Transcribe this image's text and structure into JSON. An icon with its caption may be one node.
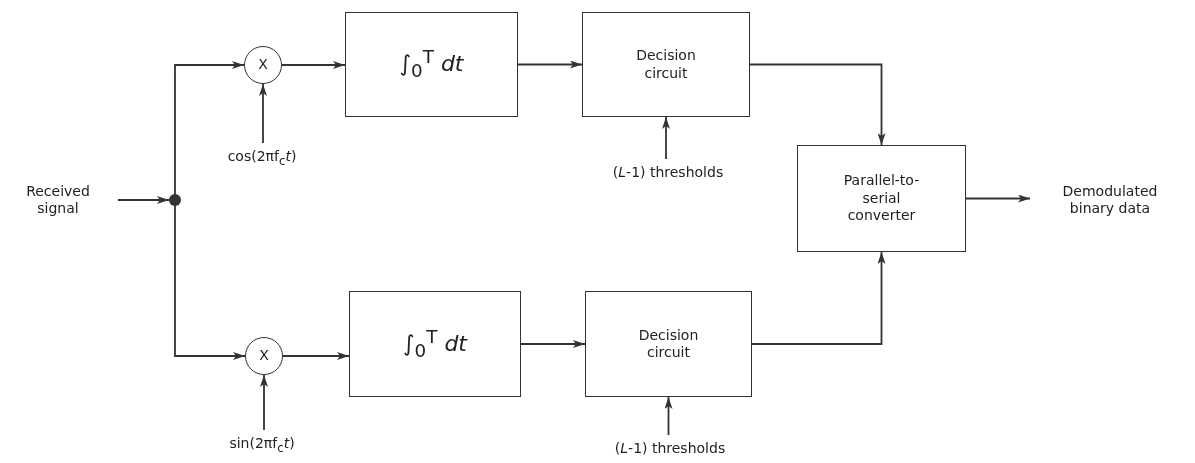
{
  "diagram": {
    "nodes": [
      {
        "text": [
          "Received signal"
        ]
      },
      {
        "text": [],
        "shape": "circle"
      },
      {
        "text": [
          "X"
        ]
      },
      {
        "text": [
          "cos(2πf$_{c}$*t*)"
        ]
      },
      {
        "text": [
          "∫$_{0}$$^{T}$ *dt*"
        ]
      },
      {
        "text": [
          "Decision circuit"
        ]
      },
      {
        "text": [
          "(*L*-1) thresholds"
        ]
      },
      {
        "text": [
          "Parallel-to-serial converter"
        ]
      },
      {
        "text": [
          "Demodulated binary data"
        ]
      },
      {
        "text": [
          "X"
        ]
      },
      {
        "text": [
          "sin(2πf$_{c}$*t*)"
        ]
      },
      {
        "text": [
          "∫$_{0}$$^{T}$ *dt*"
        ]
      },
      {
        "text": [
          "Decision circuit"
        ]
      },
      {
        "text": [
          "(*L*-1) thresholds"
        ]
      }
    ],
    "edges": [
      {
        "from": 0,
        "to": 1,
        "arrow": "to"
      },
      {
        "from": 1,
        "to": 2,
        "arrow": "to"
      },
      {
        "from": 3,
        "to": 2,
        "arrow": "to"
      },
      {
        "from": 2,
        "to": 4,
        "arrow": "to"
      },
      {
        "from": 4,
        "to": 5,
        "arrow": "to"
      },
      {
        "from": 6,
        "to": 5,
        "arrow": "to"
      },
      {
        "from": 5,
        "to": 7,
        "arrow": "to"
      },
      {
        "from": 1,
        "to": 9,
        "arrow": "to"
      },
      {
        "from": 10,
        "to": 9,
        "arrow": "to"
      },
      {
        "from": 9,
        "to": 11,
        "arrow": "to"
      },
      {
        "from": 11,
        "to": 12,
        "arrow": "to"
      },
      {
        "from": 13,
        "to": 12,
        "arrow": "to"
      },
      {
        "from": 12,
        "to": 7,
        "arrow": "to"
      },
      {
        "from": 7,
        "to": 8,
        "arrow": "to"
      }
    ]
  }
}
